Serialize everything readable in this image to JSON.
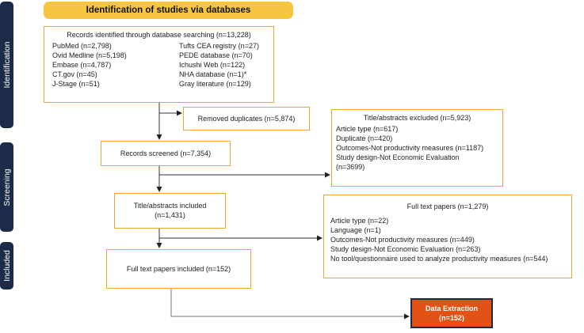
{
  "header": {
    "title": "Identification of studies via databases"
  },
  "phases": {
    "identification": "Identification",
    "screening": "Screening",
    "included": "Included"
  },
  "records_identified": {
    "title": "Records identified through database searching (n=13,228)",
    "left": [
      "PubMed (n=2,798)",
      "Ovid Medline (n=5,198)",
      "Embase (n=4,787)",
      "CT.gov (n=45)",
      "J-Stage (n=51)"
    ],
    "right": [
      "Tufts CEA registry (n=27)",
      "PEDE database (n=70)",
      "Ichushi Web (n=122)",
      "NHA database (n=1)*",
      "Gray literature (n=129)"
    ]
  },
  "removed_duplicates": "Removed duplicates (n=5,874)",
  "records_screened": "Records screened (n=7,354)",
  "excluded_ta": {
    "title": "Title/abstracts excluded (n=5,923)",
    "items": [
      "Article type (n=617)",
      "Duplicate (n=420)",
      "Outcomes-Not productivity measures (n=1187)",
      "Study design-Not Economic Evaluation",
      "(n=3699)"
    ]
  },
  "ta_included": {
    "line1": "Title/abstracts included",
    "line2": "(n=1,431)"
  },
  "full_text_excluded": {
    "title": "Full text papers (n=1,279)",
    "items": [
      "Article type (n=22)",
      "Language (n=1)",
      "Outcomes-Not productivity measures (n=449)",
      "Study design-Not Economic Evaluation (n=263)",
      "No tool/questionnaire used to analyze productivity measures (n=544)"
    ]
  },
  "full_text_included": "Full text papers included (n=152)",
  "data_extraction": {
    "line1": "Data Extraction",
    "line2": "(n=152)"
  },
  "colors": {
    "box_border": "#f0a33a",
    "header": "#f7c641",
    "side_tab": "#1c2b47",
    "final_box": "#e25215"
  }
}
